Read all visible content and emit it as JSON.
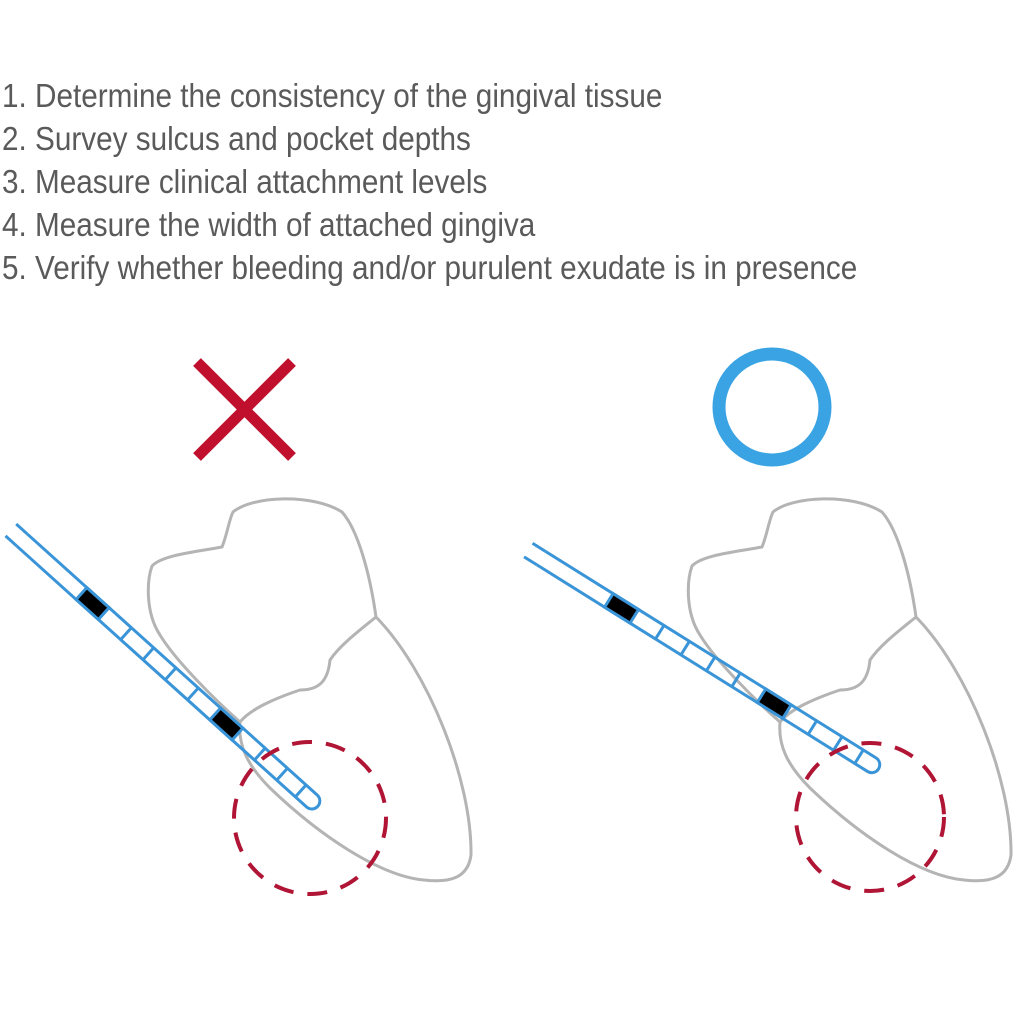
{
  "steps": [
    {
      "num": "1.",
      "text": "Determine the consistency of the gingival tissue"
    },
    {
      "num": "2.",
      "text": "Survey sulcus and pocket depths"
    },
    {
      "num": "3.",
      "text": "Measure clinical attachment levels"
    },
    {
      "num": "4.",
      "text": "Measure the width of attached gingiva"
    },
    {
      "num": "5.",
      "text": "Verify whether bleeding and/or purulent exudate is in presence"
    }
  ],
  "panels": [
    {
      "verdict": "incorrect",
      "symbol": "x-mark-icon",
      "symbol_color": "#c0102e"
    },
    {
      "verdict": "correct",
      "symbol": "circle-mark-icon",
      "symbol_color": "#3aa3e3"
    }
  ],
  "colors": {
    "text": "#5a5a5a",
    "probe": "#3a94d8",
    "tooth_outline": "#b4b4b4",
    "highlight_circle": "#b01535",
    "probe_marking": "#000000"
  }
}
